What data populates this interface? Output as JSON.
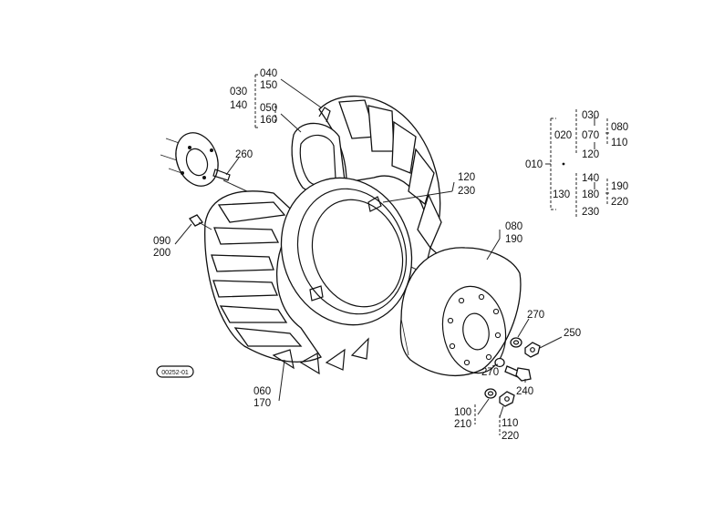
{
  "diagram": {
    "labels": {
      "c040": "040",
      "c150": "150",
      "c030": "030",
      "c140": "140",
      "c050": "050",
      "c160": "160",
      "c260": "260",
      "c120": "120",
      "c230": "230",
      "c090": "090",
      "c200": "200",
      "c060": "060",
      "c170": "170",
      "c080": "080",
      "c190": "190",
      "c270a": "270",
      "c250": "250",
      "c270b": "270",
      "c240": "240",
      "c100": "100",
      "c210": "210",
      "c110": "110",
      "c220": "220"
    },
    "tree": {
      "root": "010",
      "n020": "020",
      "n130": "130",
      "n030": "030",
      "n070": "070",
      "n120": "120",
      "n080": "080",
      "n110": "110",
      "n140": "140",
      "n180": "180",
      "n230": "230",
      "n190": "190",
      "n220": "220"
    },
    "stamp": "00252-01"
  }
}
